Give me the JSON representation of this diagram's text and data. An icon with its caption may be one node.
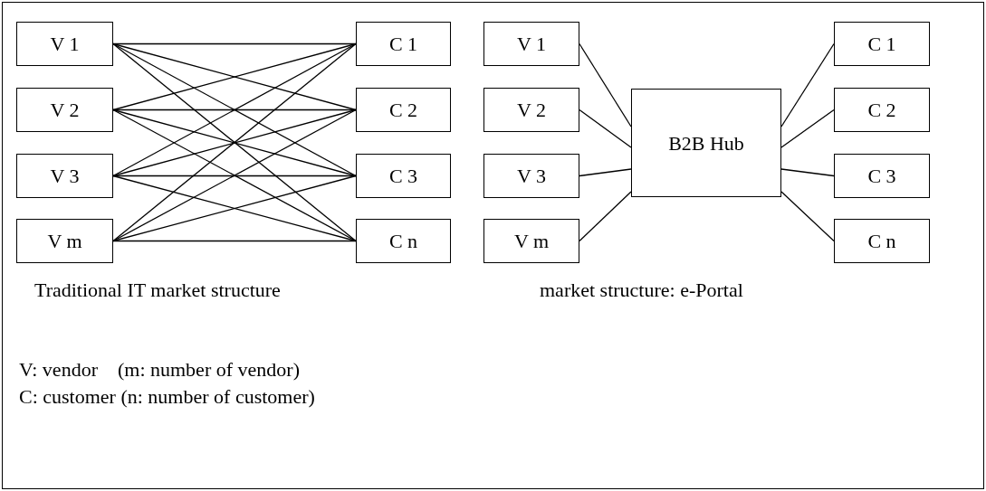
{
  "diagram": {
    "nodes": [
      {
        "text": [
          "V 1"
        ]
      },
      {
        "text": [
          "V 2"
        ]
      },
      {
        "text": [
          "V 3"
        ]
      },
      {
        "text": [
          "V m"
        ]
      },
      {
        "text": [
          "C 1"
        ]
      },
      {
        "text": [
          "C 2"
        ]
      },
      {
        "text": [
          "C 3"
        ]
      },
      {
        "text": [
          "C n"
        ]
      },
      {
        "text": [
          "V 1"
        ]
      },
      {
        "text": [
          "V 2"
        ]
      },
      {
        "text": [
          "V 3"
        ]
      },
      {
        "text": [
          "V m"
        ]
      },
      {
        "text": [
          "B2B Hub"
        ]
      },
      {
        "text": [
          "C 1"
        ]
      },
      {
        "text": [
          "C 2"
        ]
      },
      {
        "text": [
          "C 3"
        ]
      },
      {
        "text": [
          "C n"
        ]
      }
    ],
    "edges": [
      {
        "from": 0,
        "to": 4,
        "arrow": "none"
      },
      {
        "from": 0,
        "to": 5,
        "arrow": "none"
      },
      {
        "from": 0,
        "to": 6,
        "arrow": "none"
      },
      {
        "from": 0,
        "to": 7,
        "arrow": "none"
      },
      {
        "from": 1,
        "to": 4,
        "arrow": "none"
      },
      {
        "from": 1,
        "to": 5,
        "arrow": "none"
      },
      {
        "from": 1,
        "to": 6,
        "arrow": "none"
      },
      {
        "from": 1,
        "to": 7,
        "arrow": "none"
      },
      {
        "from": 2,
        "to": 4,
        "arrow": "none"
      },
      {
        "from": 2,
        "to": 5,
        "arrow": "none"
      },
      {
        "from": 2,
        "to": 6,
        "arrow": "none"
      },
      {
        "from": 2,
        "to": 7,
        "arrow": "none"
      },
      {
        "from": 3,
        "to": 4,
        "arrow": "none"
      },
      {
        "from": 3,
        "to": 5,
        "arrow": "none"
      },
      {
        "from": 3,
        "to": 6,
        "arrow": "none"
      },
      {
        "from": 3,
        "to": 7,
        "arrow": "none"
      },
      {
        "from": 8,
        "to": 12,
        "arrow": "none"
      },
      {
        "from": 9,
        "to": 12,
        "arrow": "none"
      },
      {
        "from": 10,
        "to": 12,
        "arrow": "none"
      },
      {
        "from": 11,
        "to": 12,
        "arrow": "none"
      },
      {
        "from": 12,
        "to": 13,
        "arrow": "none"
      },
      {
        "from": 12,
        "to": 14,
        "arrow": "none"
      },
      {
        "from": 12,
        "to": 15,
        "arrow": "none"
      },
      {
        "from": 12,
        "to": 16,
        "arrow": "none"
      }
    ],
    "labels": [
      "Traditional IT market structure",
      "market structure: e-Portal",
      "V: vendor    (m: number of vendor)",
      "C: customer (n: number of customer)"
    ]
  }
}
